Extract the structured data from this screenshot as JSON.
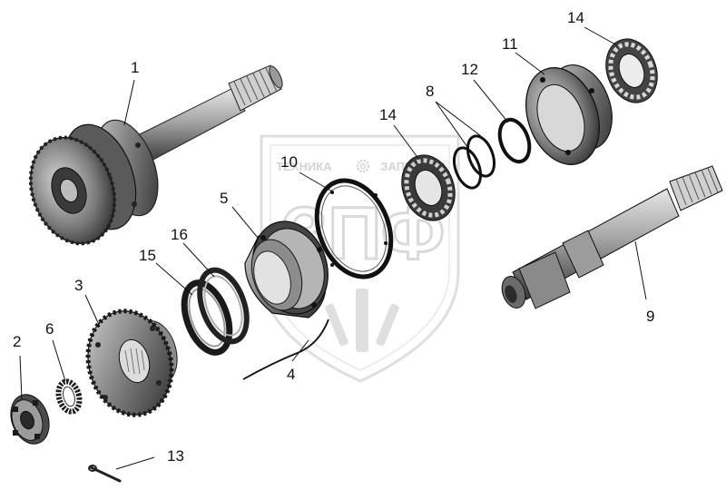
{
  "watermark": {
    "line1_left": "ТЕХНИКА",
    "line1_right": "ЗАПЧАСТИ",
    "logo_text": "ЗПФ",
    "gear_icon": "gear-icon",
    "color": "#d6d6d6"
  },
  "callouts": [
    {
      "id": "1",
      "label": "1"
    },
    {
      "id": "2",
      "label": "2"
    },
    {
      "id": "3",
      "label": "3"
    },
    {
      "id": "4",
      "label": "4"
    },
    {
      "id": "5",
      "label": "5"
    },
    {
      "id": "6",
      "label": "6"
    },
    {
      "id": "8",
      "label": "8"
    },
    {
      "id": "9",
      "label": "9"
    },
    {
      "id": "10",
      "label": "10"
    },
    {
      "id": "11",
      "label": "11"
    },
    {
      "id": "12",
      "label": "12"
    },
    {
      "id": "13",
      "label": "13"
    },
    {
      "id": "14a",
      "label": "14"
    },
    {
      "id": "14b",
      "label": "14"
    },
    {
      "id": "15",
      "label": "15"
    },
    {
      "id": "16",
      "label": "16"
    }
  ],
  "colors": {
    "ink": "#111111",
    "metal_dark": "#2a2a2a",
    "metal_mid": "#6e6e6e",
    "metal_light": "#b9b9b9",
    "metal_highlight": "#e8e8e8"
  }
}
